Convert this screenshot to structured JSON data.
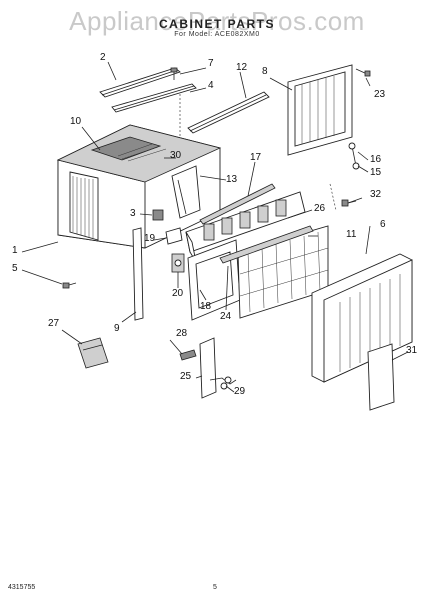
{
  "watermark": "AppliancePartsPros.com",
  "title": "CABINET PARTS",
  "subtitle": "For Model: ACE082XM0",
  "callouts": [
    "1",
    "2",
    "3",
    "4",
    "5",
    "6",
    "7",
    "8",
    "9",
    "10",
    "11",
    "12",
    "13",
    "15",
    "16",
    "17",
    "18",
    "19",
    "20",
    "23",
    "24",
    "25",
    "26",
    "27",
    "28",
    "29",
    "30",
    "31",
    "32"
  ],
  "footer": {
    "doc_number": "4315755",
    "page_number": "5"
  }
}
